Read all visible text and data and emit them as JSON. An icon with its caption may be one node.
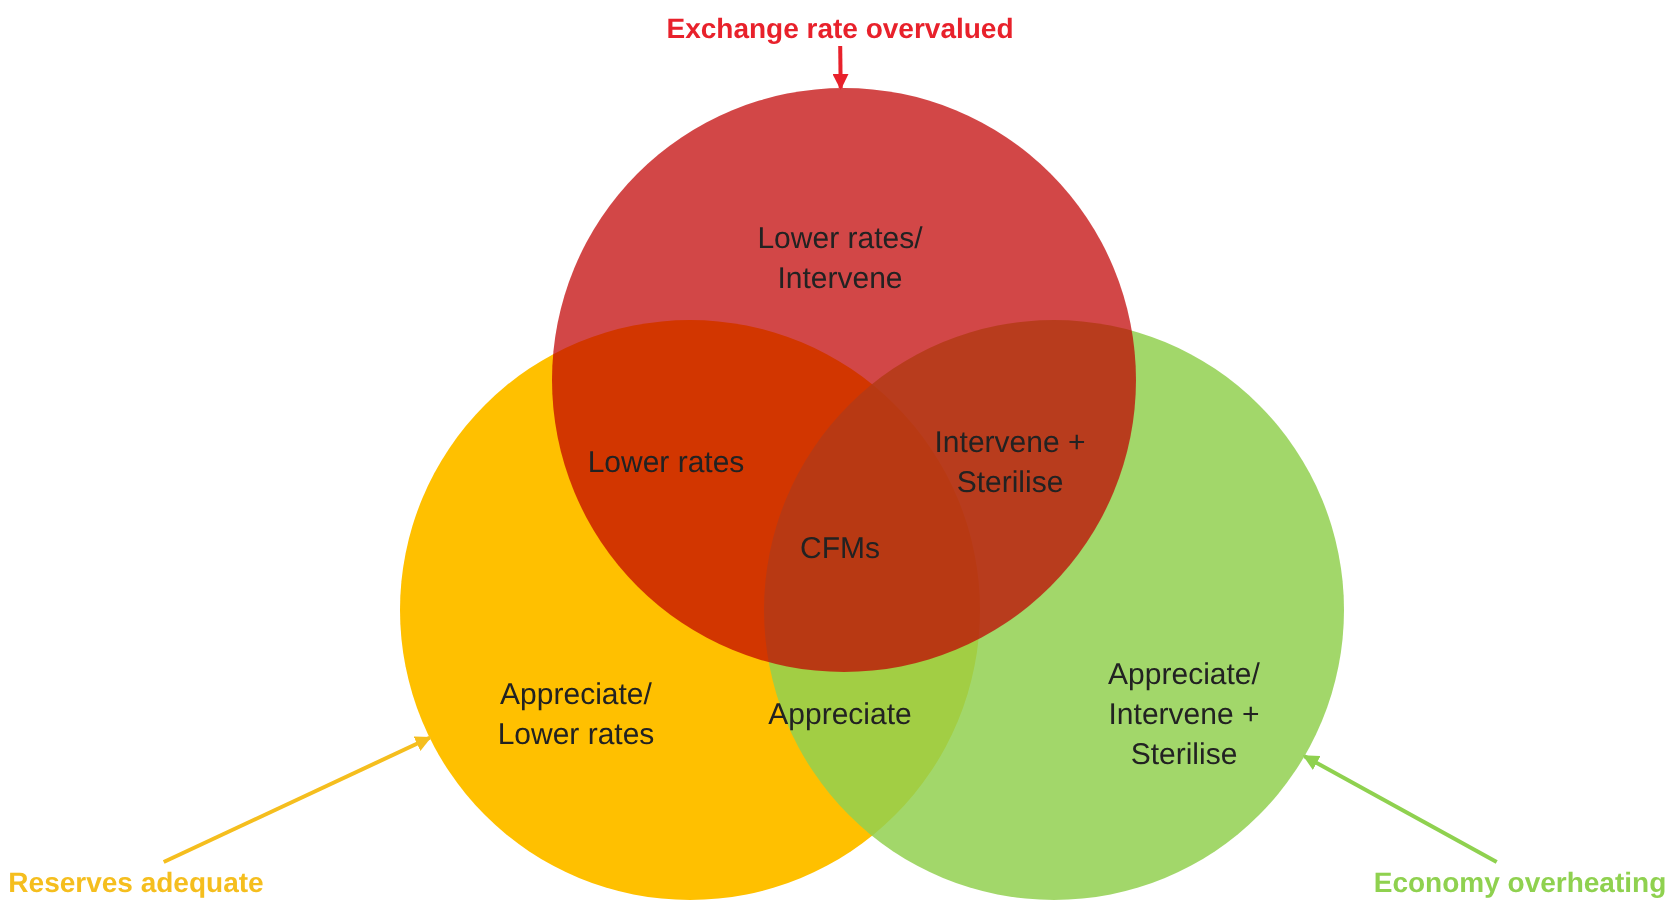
{
  "diagram": {
    "nodes": [
      {
        "text": [
          "Lower rates/ Intervene"
        ]
      },
      {
        "text": [
          "Appreciate/ Lower rates"
        ]
      },
      {
        "text": [
          "Appreciate/ Intervene + Sterilise"
        ]
      },
      {
        "text": [
          "Exchange rate overvalued"
        ]
      },
      {
        "text": [
          "Reserves adequate"
        ]
      },
      {
        "text": [
          "Economy overheating"
        ]
      }
    ],
    "edges": [
      {
        "from": 3,
        "to": 0,
        "arrow": "to",
        "color": "#e8212b"
      },
      {
        "from": 4,
        "to": 1,
        "arrow": "to",
        "color": "#f5be1e"
      },
      {
        "from": 5,
        "to": 2,
        "arrow": "to",
        "color": "#8fd14f"
      }
    ],
    "labels": [
      "Lower rates",
      "Intervene + Sterilise",
      "CFMs",
      "Appreciate"
    ]
  }
}
